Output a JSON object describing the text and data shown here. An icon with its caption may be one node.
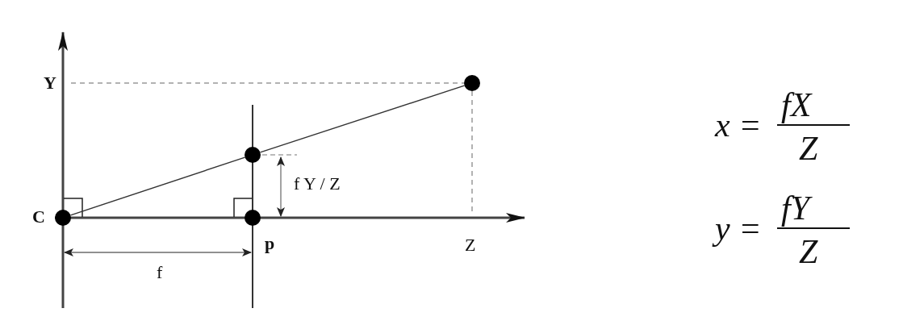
{
  "diagram": {
    "nodes": [
      {
        "text": [],
        "shape": "circle",
        "beside": [
          "C"
        ]
      },
      {
        "text": [],
        "shape": "circle"
      },
      {
        "text": [],
        "shape": "circle",
        "beside": [
          "p"
        ]
      },
      {
        "text": [],
        "shape": "circle"
      }
    ],
    "edges": [
      {
        "from": 0,
        "to": 1,
        "arrow": "none"
      },
      {
        "from": 1,
        "to": 3,
        "arrow": "none"
      }
    ],
    "labels": [
      "Y",
      "f Y / Z",
      "Z",
      "f",
      "x =",
      "fX",
      "Z",
      "y =",
      "fY",
      "Z"
    ]
  }
}
